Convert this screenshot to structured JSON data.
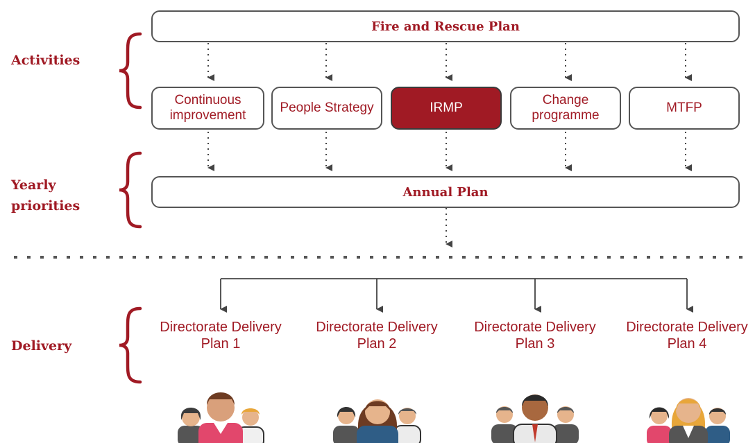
{
  "sections": {
    "activities": "Activities",
    "yearly_priorities": "Yearly priorities",
    "delivery": "Delivery"
  },
  "top_plan": "Fire and Rescue Plan",
  "activities": [
    {
      "label": "Continuous improvement"
    },
    {
      "label": "People Strategy"
    },
    {
      "label": "IRMP"
    },
    {
      "label": "Change programme"
    },
    {
      "label": "MTFP"
    }
  ],
  "annual_plan": "Annual Plan",
  "delivery_plans": [
    {
      "label": "Directorate Delivery Plan 1"
    },
    {
      "label": "Directorate Delivery Plan 2"
    },
    {
      "label": "Directorate Delivery Plan 3"
    },
    {
      "label": "Directorate Delivery Plan 4"
    }
  ],
  "colors": {
    "accent": "#a01a24",
    "border": "#555555",
    "arrow": "#444444"
  },
  "icons": [
    "people-group-icon",
    "people-group-icon",
    "people-group-icon",
    "people-group-icon"
  ]
}
